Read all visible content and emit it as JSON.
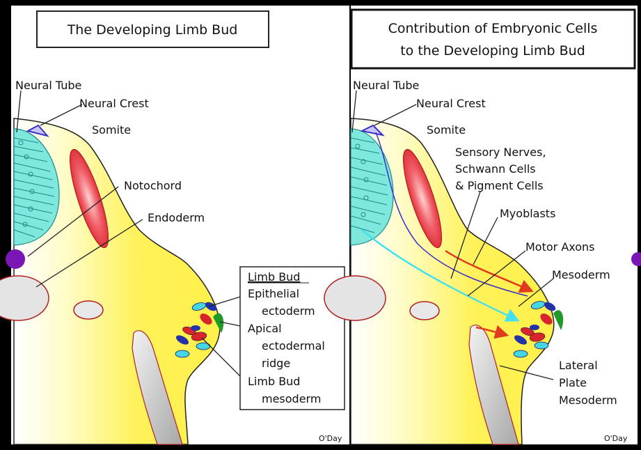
{
  "left_panel": {
    "title": "The Developing Limb Bud",
    "labels": {
      "neural_tube": "Neural Tube",
      "neural_crest": "Neural Crest",
      "somite": "Somite",
      "notochord": "Notochord",
      "endoderm": "Endoderm"
    },
    "legend": {
      "heading": "Limb Bud",
      "epithelial_1": "Epithelial",
      "epithelial_2": "ectoderm",
      "apical_1": "Apical",
      "apical_2": "ectodermal",
      "apical_3": "ridge",
      "mesoderm_1": "Limb Bud",
      "mesoderm_2": "mesoderm"
    },
    "credit": "O'Day"
  },
  "right_panel": {
    "title_line1": "Contribution of Embryonic Cells",
    "title_line2": "to the Developing Limb Bud",
    "labels": {
      "neural_tube": "Neural Tube",
      "neural_crest": "Neural Crest",
      "somite": "Somite",
      "sensory_1": "Sensory Nerves,",
      "sensory_2": "Schwann Cells",
      "sensory_3": "& Pigment Cells",
      "myoblasts": "Myoblasts",
      "motor_axons": "Motor Axons",
      "mesoderm": "Mesoderm",
      "lateral_1": "Lateral",
      "lateral_2": "Plate",
      "lateral_3": "Mesoderm"
    },
    "credit": "O'Day"
  },
  "colors": {
    "yellow": "#fff25a",
    "somite_red": "#e8343a",
    "neural_cyan": "#6fe0d6",
    "crest_blue": "#3b2fc9",
    "notochord_purple": "#7a16b3",
    "ridge_green": "#1f9a2a",
    "arrow_red": "#e23a1c",
    "arrow_cyan": "#43e0ee"
  }
}
